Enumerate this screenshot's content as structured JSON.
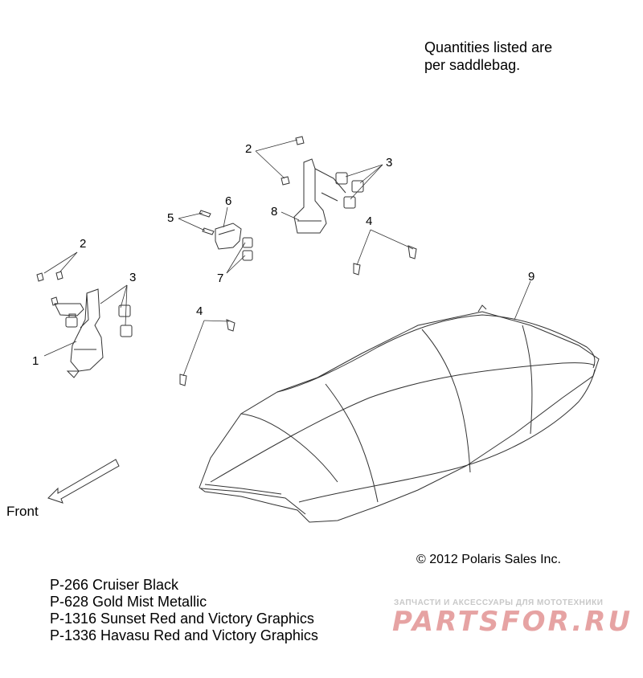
{
  "note": [
    "Quantities listed are",
    "per saddlebag."
  ],
  "copyright": "© 2012 Polaris Sales Inc.",
  "front_label": "Front",
  "callouts": {
    "c1": "1",
    "c2a": "2",
    "c2b": "2",
    "c3a": "3",
    "c3b": "3",
    "c4a": "4",
    "c4b": "4",
    "c5": "5",
    "c6": "6",
    "c7": "7",
    "c8": "8",
    "c9": "9"
  },
  "legend": [
    "P-266  Cruiser Black",
    "P-628  Gold Mist Metallic",
    "P-1316 Sunset Red and Victory Graphics",
    "P-1336 Havasu Red and Victory Graphics"
  ],
  "watermark": {
    "subtitle": "ЗАПЧАСТИ И АКСЕССУАРЫ ДЛЯ МОТОТЕХНИКИ",
    "logo": "PARTSFOR.RU"
  }
}
